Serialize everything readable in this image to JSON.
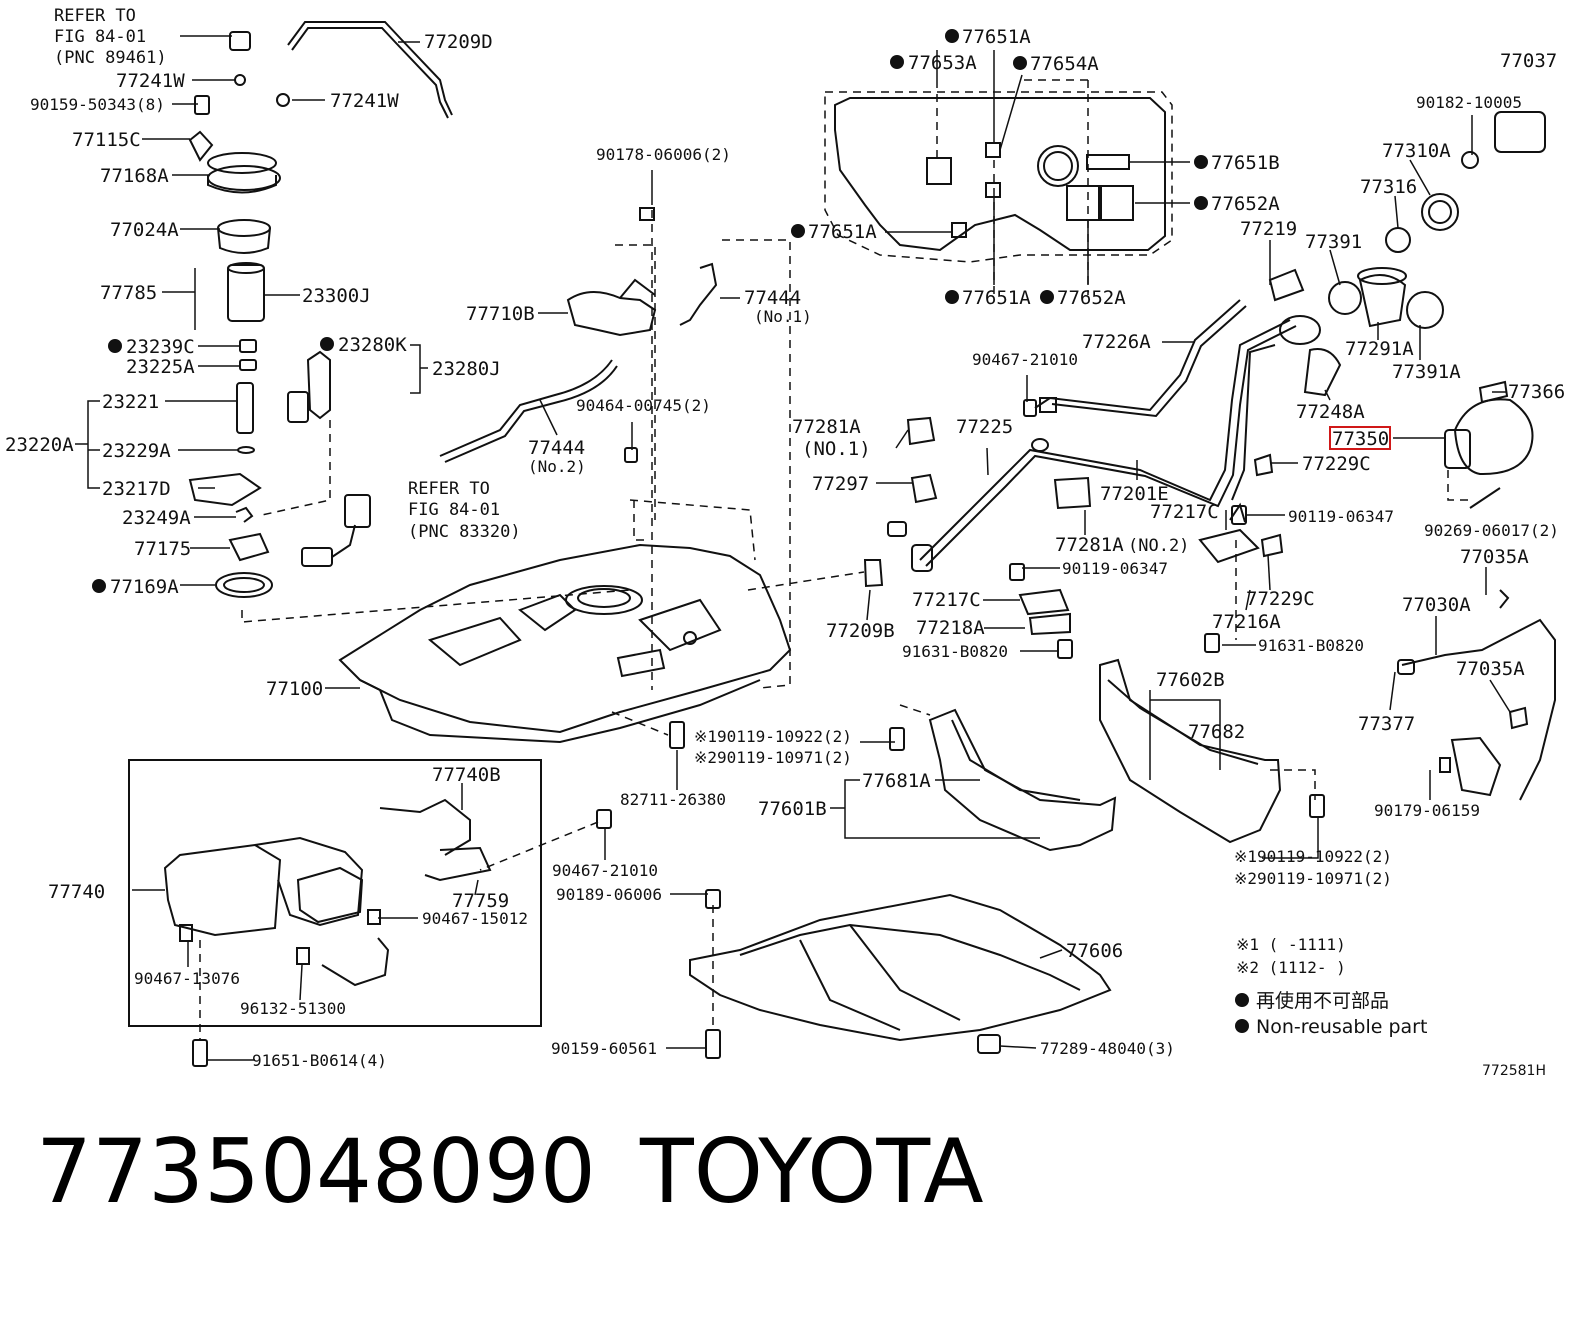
{
  "callouts": [
    {
      "id": "refer1",
      "text": "REFER TO"
    },
    {
      "id": "refer2",
      "text": "FIG 84-01"
    },
    {
      "id": "refer3",
      "text": "(PNC 89461)"
    },
    {
      "id": "c77209D",
      "text": "77209D"
    },
    {
      "id": "c77241W_a",
      "text": "77241W"
    },
    {
      "id": "c77241W_b",
      "text": "77241W"
    },
    {
      "id": "c90159_50343",
      "text": "90159-50343(8)"
    },
    {
      "id": "c77115C",
      "text": "77115C"
    },
    {
      "id": "c77168A",
      "text": "77168A"
    },
    {
      "id": "c77024A",
      "text": "77024A"
    },
    {
      "id": "c77785",
      "text": "77785"
    },
    {
      "id": "c23300J",
      "text": "23300J"
    },
    {
      "id": "c23239C",
      "text": "23239C"
    },
    {
      "id": "c23280K",
      "text": "23280K"
    },
    {
      "id": "c23225A",
      "text": "23225A"
    },
    {
      "id": "c23280J",
      "text": "23280J"
    },
    {
      "id": "c23221",
      "text": "23221"
    },
    {
      "id": "c23220A",
      "text": "23220A"
    },
    {
      "id": "c23229A",
      "text": "23229A"
    },
    {
      "id": "c23217D",
      "text": "23217D"
    },
    {
      "id": "refer4",
      "text": "REFER TO"
    },
    {
      "id": "refer5",
      "text": "FIG 84-01"
    },
    {
      "id": "refer6",
      "text": "(PNC 83320)"
    },
    {
      "id": "c23249A",
      "text": "23249A"
    },
    {
      "id": "c77175",
      "text": "77175"
    },
    {
      "id": "c77169A",
      "text": "77169A"
    },
    {
      "id": "c90178",
      "text": "90178-06006(2)"
    },
    {
      "id": "c77710B",
      "text": "77710B"
    },
    {
      "id": "c77444_1",
      "text": "77444"
    },
    {
      "id": "c77444_1n",
      "text": "(No.1)"
    },
    {
      "id": "c90464",
      "text": "90464-00745(2)"
    },
    {
      "id": "c77444_2",
      "text": "77444"
    },
    {
      "id": "c77444_2n",
      "text": "(No.2)"
    },
    {
      "id": "c77100",
      "text": "77100"
    },
    {
      "id": "c77651A_top",
      "text": "77651A"
    },
    {
      "id": "c77653A",
      "text": "77653A"
    },
    {
      "id": "c77654A",
      "text": "77654A"
    },
    {
      "id": "c77651B",
      "text": "77651B"
    },
    {
      "id": "c77652A_r",
      "text": "77652A"
    },
    {
      "id": "c77651A_l",
      "text": "77651A"
    },
    {
      "id": "c77651A_b",
      "text": "77651A"
    },
    {
      "id": "c77652A_b",
      "text": "77652A"
    },
    {
      "id": "c77037",
      "text": "77037"
    },
    {
      "id": "c90182",
      "text": "90182-10005"
    },
    {
      "id": "c77310A",
      "text": "77310A"
    },
    {
      "id": "c77316",
      "text": "77316"
    },
    {
      "id": "c77219",
      "text": "77219"
    },
    {
      "id": "c77391",
      "text": "77391"
    },
    {
      "id": "c77226A",
      "text": "77226A"
    },
    {
      "id": "c90467_21010a",
      "text": "90467-21010"
    },
    {
      "id": "c77291A",
      "text": "77291A"
    },
    {
      "id": "c77391A",
      "text": "77391A"
    },
    {
      "id": "c77366",
      "text": "77366"
    },
    {
      "id": "c77248A",
      "text": "77248A"
    },
    {
      "id": "c77350",
      "text": "77350"
    },
    {
      "id": "c77281A_1",
      "text": "77281A"
    },
    {
      "id": "c77281A_1n",
      "text": "(NO.1)"
    },
    {
      "id": "c77225",
      "text": "77225"
    },
    {
      "id": "c77229C_a",
      "text": "77229C"
    },
    {
      "id": "c77297",
      "text": "77297"
    },
    {
      "id": "c77201E",
      "text": "77201E"
    },
    {
      "id": "c77217C_a",
      "text": "77217C"
    },
    {
      "id": "c90119_06347a",
      "text": "90119-06347"
    },
    {
      "id": "c90269",
      "text": "90269-06017(2)"
    },
    {
      "id": "c77281A_2",
      "text": "77281A"
    },
    {
      "id": "c77281A_2n",
      "text": "(NO.2)"
    },
    {
      "id": "c77035A_a",
      "text": "77035A"
    },
    {
      "id": "c90119_06347b",
      "text": "90119-06347"
    },
    {
      "id": "c77209B",
      "text": "77209B"
    },
    {
      "id": "c77217C_b",
      "text": "77217C"
    },
    {
      "id": "c77229C_b",
      "text": "77229C"
    },
    {
      "id": "c77030A",
      "text": "77030A"
    },
    {
      "id": "c77218A",
      "text": "77218A"
    },
    {
      "id": "c77216A",
      "text": "77216A"
    },
    {
      "id": "c91631_a",
      "text": "91631-B0820"
    },
    {
      "id": "c91631_b",
      "text": "91631-B0820"
    },
    {
      "id": "c77035A_b",
      "text": "77035A"
    },
    {
      "id": "c77602B",
      "text": "77602B"
    },
    {
      "id": "c77682",
      "text": "77682"
    },
    {
      "id": "c77377",
      "text": "77377"
    },
    {
      "id": "c90119_10922a",
      "text": "※190119-10922(2)"
    },
    {
      "id": "c90119_10971a",
      "text": "※290119-10971(2)"
    },
    {
      "id": "c77681A",
      "text": "77681A"
    },
    {
      "id": "c77601B",
      "text": "77601B"
    },
    {
      "id": "c82711",
      "text": "82711-26380"
    },
    {
      "id": "c90179",
      "text": "90179-06159"
    },
    {
      "id": "c90119_10922b",
      "text": "※190119-10922(2)"
    },
    {
      "id": "c90119_10971b",
      "text": "※290119-10971(2)"
    },
    {
      "id": "c77740B",
      "text": "77740B"
    },
    {
      "id": "c77740",
      "text": "77740"
    },
    {
      "id": "c90467_21010b",
      "text": "90467-21010"
    },
    {
      "id": "c90189",
      "text": "90189-06006"
    },
    {
      "id": "c77759",
      "text": "77759"
    },
    {
      "id": "c90467_15012",
      "text": "90467-15012"
    },
    {
      "id": "c90467_13076",
      "text": "90467-13076"
    },
    {
      "id": "c96132",
      "text": "96132-51300"
    },
    {
      "id": "c77606",
      "text": "77606"
    },
    {
      "id": "c91651",
      "text": "91651-B0614(4)"
    },
    {
      "id": "c90159_60561",
      "text": "90159-60561"
    },
    {
      "id": "c77289",
      "text": "77289-48040(3)"
    }
  ],
  "notes": {
    "note1": "※1 (   -1111)",
    "note2": "※2 (1112-   )",
    "legend_jp": "再使用不可部品",
    "legend_en": "Non-reusable part"
  },
  "figure_code": "772581H",
  "highlighted_part": "77350",
  "title": {
    "part_number": "7735048090",
    "brand": "TOYOTA"
  },
  "colors": {
    "line": "#111111",
    "highlight": "#d01818",
    "background": "#ffffff"
  }
}
